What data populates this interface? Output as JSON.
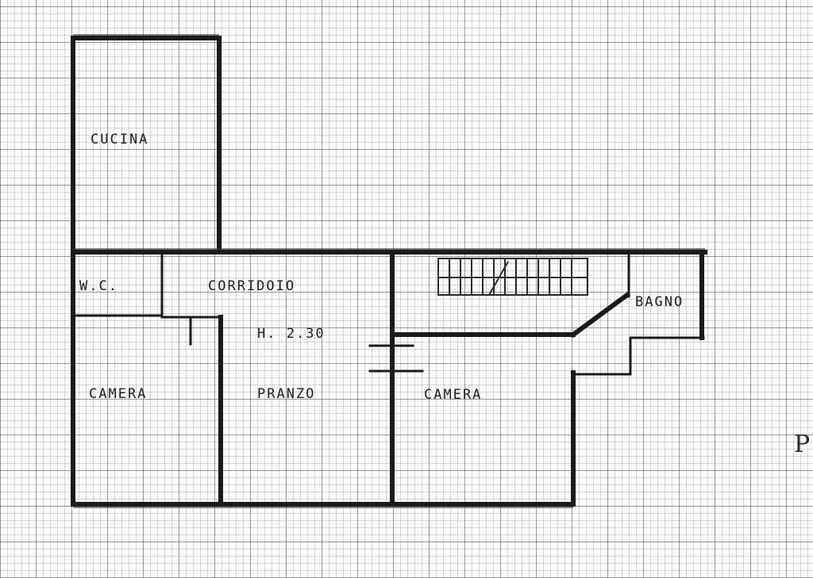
{
  "rooms": {
    "cucina": "CUCINA",
    "wc": "W.C.",
    "corridoio": "CORRIDOIO",
    "bagno": "BAGNO",
    "camera_left": "CAMERA",
    "pranzo": "PRANZO",
    "camera_right": "CAMERA"
  },
  "height_label": "H. 2.30",
  "edge_glyph": "P",
  "colors": {
    "paper": "#fbfbfa",
    "grid": "#3c3c3c",
    "ink": "#1b1b1b"
  }
}
